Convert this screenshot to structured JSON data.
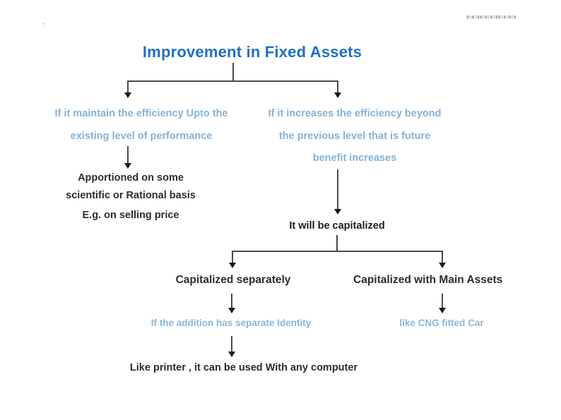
{
  "page": {
    "background_color": "#ffffff",
    "title_color": "#1f6fc0",
    "blue_text_color": "#86b2d6",
    "dark_text_color": "#2d2d2d",
    "connector_color": "#4a4a4a"
  },
  "artifact": {
    "top_right_smudge": "▮▯▮▯▮▮▯▮▯▮▯▮▮▯▮▯▮▯▮"
  },
  "diagram": {
    "title": "Improvement in Fixed Assets",
    "branch_left": {
      "condition_line_1": "If  it maintain the efficiency Upto the",
      "condition_line_2": "existing level of performance",
      "outcome_line_1": "Apportioned on some",
      "outcome_line_2": "scientific or Rational basis",
      "outcome_line_3": "E.g. on selling price"
    },
    "branch_right": {
      "condition_line_1": "If it increases the efficiency beyond",
      "condition_line_2": "the previous level that is future",
      "condition_line_3": "benefit increases",
      "outcome": "It will be capitalized"
    },
    "capitalization": {
      "option_left": "Capitalized separately",
      "option_right": "Capitalized with Main Assets",
      "option_left_detail": "If the addition has separate Identity",
      "option_right_detail": "like CNG fitted Car",
      "option_left_example": "Like printer , it can be used With any computer"
    }
  }
}
